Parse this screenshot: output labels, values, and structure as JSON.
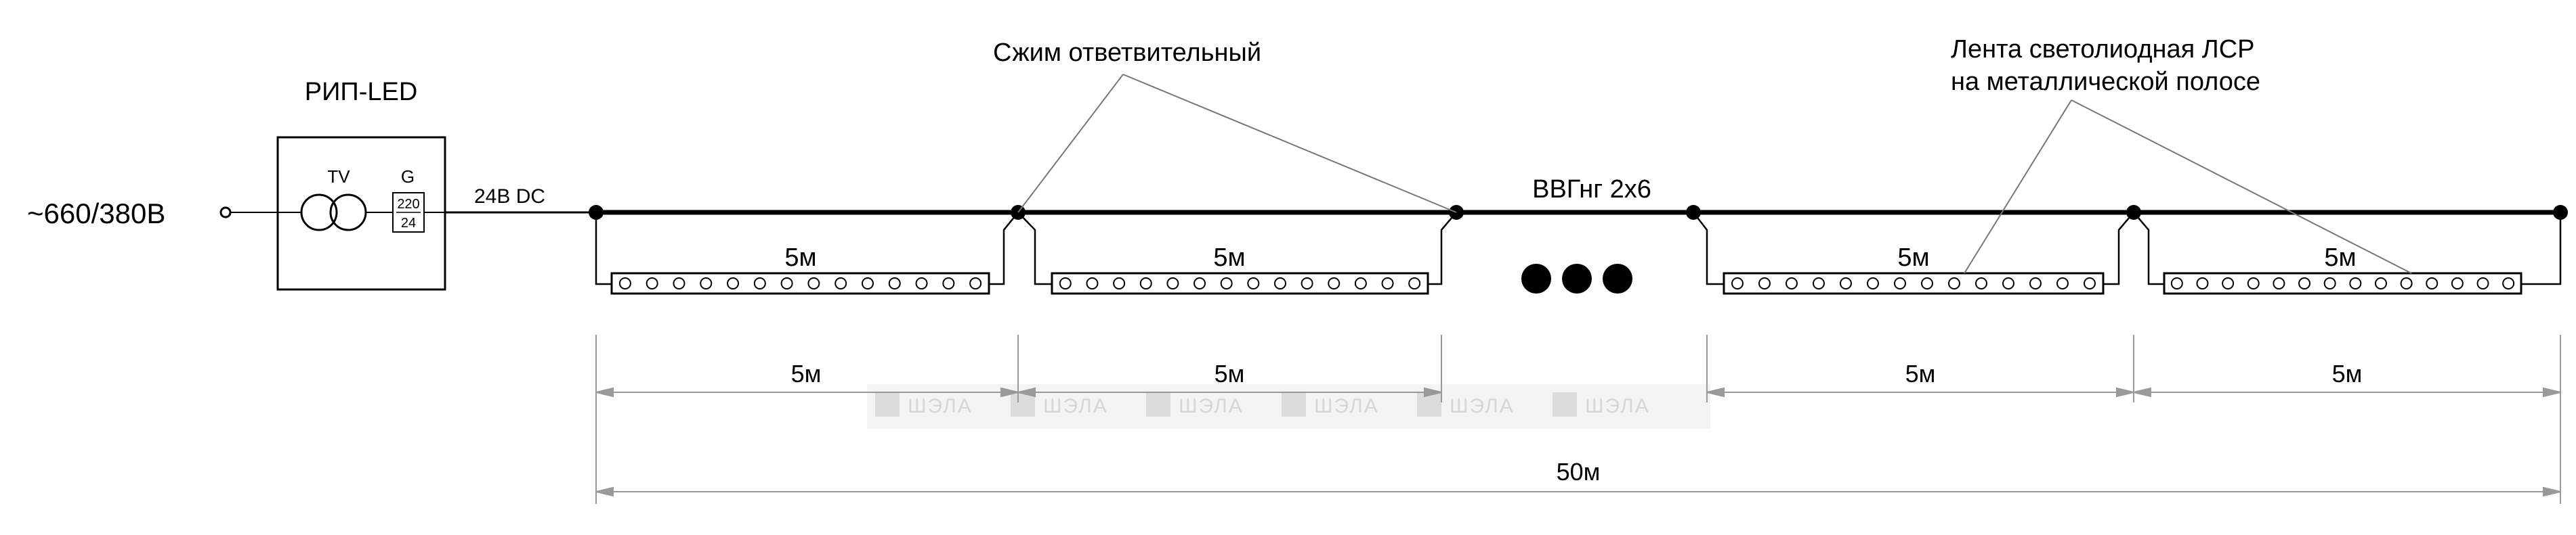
{
  "title": "РИП-LED",
  "input_voltage": "~660/380В",
  "output_label": "24В DC",
  "transformer": {
    "tv": "TV",
    "g": "G",
    "ratio_top": "220",
    "ratio_bottom": "24"
  },
  "cable_label": "ВВГнг 2х6",
  "callouts": {
    "clamp": "Сжим ответвительный",
    "strip_line1": "Лента светолиодная ЛСР",
    "strip_line2": "на металлической полосе"
  },
  "segments": [
    "5м",
    "5м",
    "5м",
    "5м"
  ],
  "strip_length_labels": [
    "5м",
    "5м",
    "5м",
    "5м"
  ],
  "total_length": "50м",
  "watermark": "ШЭЛА"
}
